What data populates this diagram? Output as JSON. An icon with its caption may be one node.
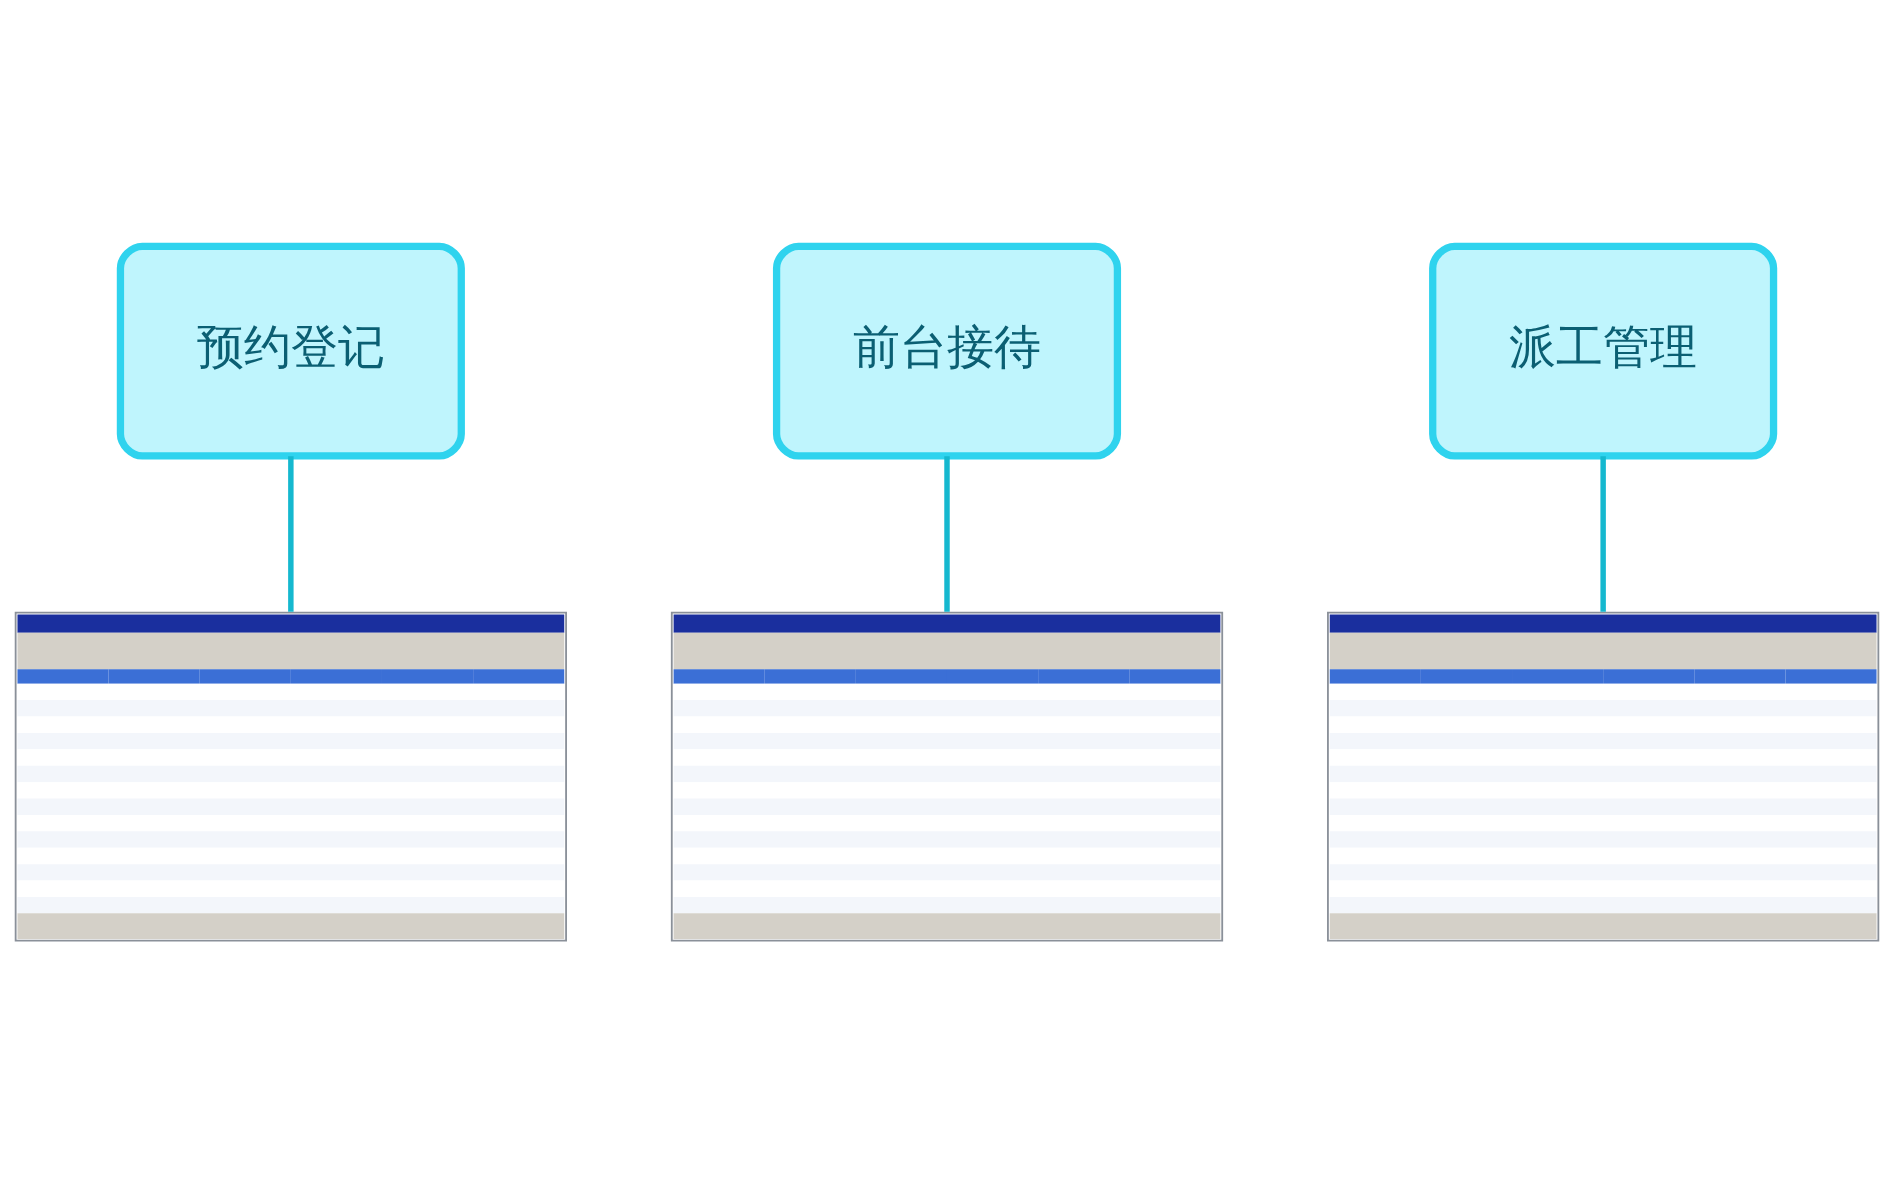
{
  "diagram": {
    "nodes": [
      {
        "text": [
          "预约登记"
        ]
      },
      {
        "text": [
          "前台接待"
        ]
      },
      {
        "text": [
          "派工管理"
        ]
      },
      {
        "text": [],
        "shape": "picture"
      },
      {
        "text": [],
        "shape": "picture"
      },
      {
        "text": [],
        "shape": "picture"
      }
    ],
    "edges": [
      {
        "from": 0,
        "to": 3,
        "arrow": "none"
      },
      {
        "from": 1,
        "to": 4,
        "arrow": "none"
      },
      {
        "from": 2,
        "to": 5,
        "arrow": "none"
      }
    ]
  }
}
